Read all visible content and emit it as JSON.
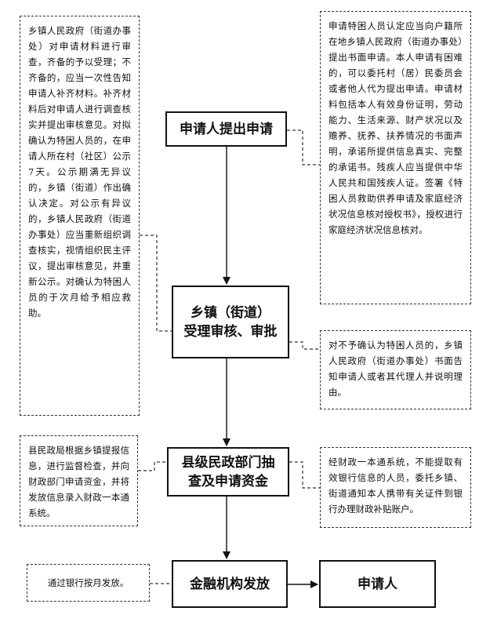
{
  "process": {
    "step1": "申请人提出申请",
    "step2": "乡镇（街道）\n受理审核、审批",
    "step3": "县级民政部门抽\n查及申请资金",
    "step4": "金融机构发放",
    "end": "申请人"
  },
  "notes": {
    "left_review": "乡镇人民政府（街道办事处）对申请材料进行审查，齐备的予以受理；不齐备的，应当一次性告知申请人补齐材料。补齐材料后对申请人进行调查核实并提出审核意见。对拟确认为特困人员的，在申请人所在村（社区）公示 7天。公示期满无异议的，乡镇（街道）作出确认决定。对公示有异议的，乡镇人民政府（街道办事处）应当重新组织调查核实，视情组织民主评议，提出审核意见，并重新公示。对确认为特困人员的于次月给予相应救助。",
    "right_apply": "申请特困人员认定应当向户籍所在地乡镇人民政府（街道办事处）提出书面申请。本人申请有困难的，可以委托村（居）民委员会或者他人代为提出申请。申请材料包括本人有效身份证明，劳动能力、生活来源、财产状况以及赡养、抚养、扶养情况的书面声明，承诺所提供信息真实、完整的承诺书。残疾人应当提供中华人民共和国残疾人证。签署《特困人员救助供养申请及家庭经济状况信息核对授权书》，授权进行家庭经济状况信息核对。",
    "right_reject": "对不予确认为特困人员的，乡镇人民政府（街道办事处）书面告知申请人或者其代理人并说明理由。",
    "left_county": "县民政局根据乡镇提报信息，进行监督检查，并向财政部门申请资金，并将发放信息录入财政一本通系统。",
    "right_county": "经财政一本通系统，不能提取有效银行信息的人员，委托乡镇、街道通知本人携带有关证件到银行办理财政补贴账户。",
    "left_bank": "通过银行按月发放。"
  }
}
